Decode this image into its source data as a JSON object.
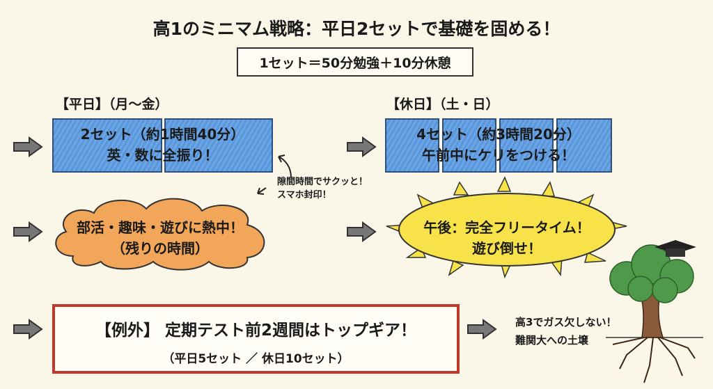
{
  "title": "高1のミニマム戦略：平日2セットで基礎を固める！",
  "subtitle": "1セット＝50分勉強＋10分休憩",
  "weekday": {
    "label": "【平日】（月～金）",
    "line1": "2セット（約1時間40分）",
    "line2": "英・数に全振り！",
    "note1": "隙間時間でサクッと！",
    "note2": "スマホ封印！",
    "cloud1": "部活・趣味・遊びに熱中！",
    "cloud2": "（残りの時間）"
  },
  "holiday": {
    "label": "【休日】（土・日）",
    "line1": "4セット（約3時間20分）",
    "line2": "午前中にケリをつける！",
    "sun1": "午後：完全フリータイム！",
    "sun2": "遊び倒せ！"
  },
  "exception": {
    "line1": "【例外】 定期テスト前2週間はトップギア！",
    "line2": "（平日5セット ／ 休日10セット）"
  },
  "result": {
    "line1": "高3でガス欠しない！",
    "line2": "難関大への土壌"
  },
  "colors": {
    "blue": "#6aa6e6",
    "orange": "#f2a65a",
    "sun": "#f7e24a",
    "red": "#c0392b"
  }
}
